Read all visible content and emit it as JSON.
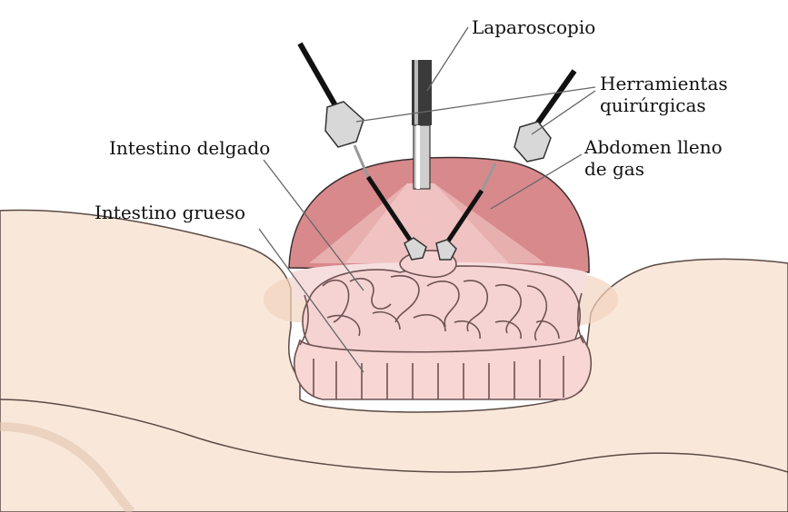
{
  "labels": {
    "laparoscope": "Laparoscopio",
    "tools_line1": "Herramientas",
    "tools_line2": "quirúrgicas",
    "small_intestine": "Intestino delgado",
    "abdomen_line1": "Abdomen lleno",
    "abdomen_line2": "de gas",
    "large_intestine": "Intestino grueso"
  },
  "colors": {
    "skin": "#f9e8da",
    "skin_shadow": "#f2d3bd",
    "gas_dome": "#d8898c",
    "gas_dome_light": "#eab6b4",
    "intestine": "#f5d3d3",
    "intestine_outline": "#6e5252",
    "instrument_metal": "#d8d8d8",
    "instrument_shaft": "#111111",
    "leader_line": "#666666"
  },
  "icons": {
    "laparoscope": "laparoscope-icon",
    "tool_left": "surgical-tool-icon",
    "tool_right": "surgical-tool-icon"
  }
}
